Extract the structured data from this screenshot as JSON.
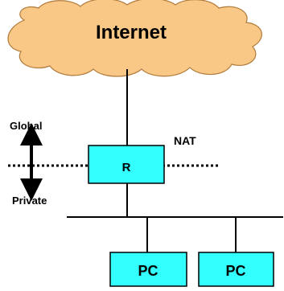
{
  "cloud": {
    "label": "Internet",
    "fill": "#f9c887",
    "stroke": "#b07a3a"
  },
  "router": {
    "label": "R",
    "fill": "#33ffff"
  },
  "nat_label": "NAT",
  "zones": {
    "upper": "Global",
    "lower": "Private"
  },
  "hosts": [
    {
      "label": "PC"
    },
    {
      "label": "PC"
    }
  ]
}
